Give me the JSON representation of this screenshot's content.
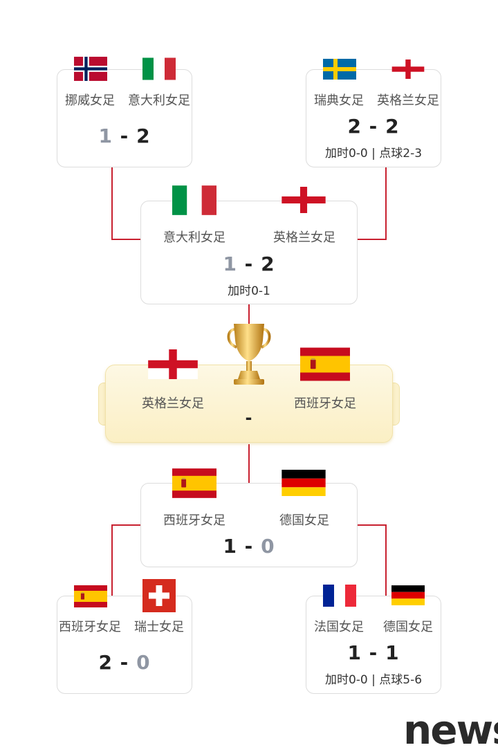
{
  "bracket": {
    "semi_top_left": {
      "home": "挪威女足",
      "away": "意大利女足",
      "home_score": "1",
      "away_score": "2",
      "extra": ""
    },
    "semi_top_right": {
      "home": "瑞典女足",
      "away": "英格兰女足",
      "home_score": "2",
      "away_score": "2",
      "extra": "加时0-0 | 点球2-3"
    },
    "semi_top": {
      "home": "意大利女足",
      "away": "英格兰女足",
      "home_score": "1",
      "away_score": "2",
      "extra": "加时0-1"
    },
    "final": {
      "home": "英格兰女足",
      "away": "西班牙女足",
      "score": "-"
    },
    "semi_bottom": {
      "home": "西班牙女足",
      "away": "德国女足",
      "home_score": "1",
      "away_score": "0",
      "extra": ""
    },
    "qf_bottom_left": {
      "home": "西班牙女足",
      "away": "瑞士女足",
      "home_score": "2",
      "away_score": "0",
      "extra": ""
    },
    "qf_bottom_right": {
      "home": "法国女足",
      "away": "德国女足",
      "home_score": "1",
      "away_score": "1",
      "extra": "加时0-0 | 点球5-6"
    }
  },
  "watermark": "news",
  "colors": {
    "connector": "#c8202f",
    "final_bg": "#fbefc4",
    "dim_score": "#8f96a3"
  }
}
